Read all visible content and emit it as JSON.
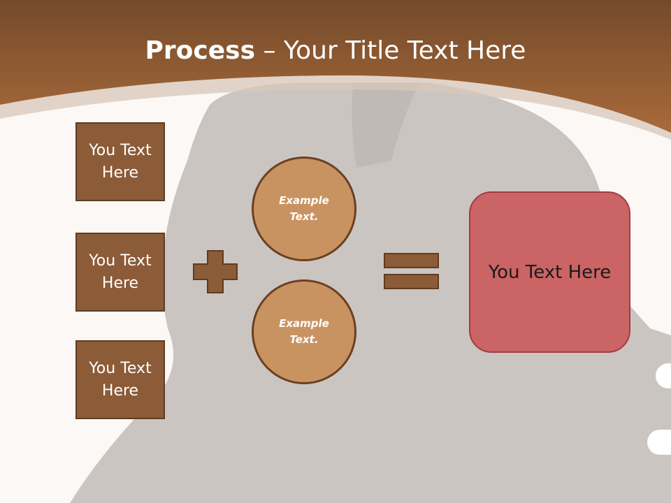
{
  "slide": {
    "title_bold": "Process",
    "title_rest": " – Your Title Text Here",
    "inputs": [
      {
        "label": "You Text Here"
      },
      {
        "label": "You Text Here"
      },
      {
        "label": "You Text Here"
      }
    ],
    "operator_plus": "plus-sign-icon",
    "examples": [
      {
        "label": "Example Text."
      },
      {
        "label": "Example Text."
      }
    ],
    "operator_equals": "equals-sign-icon",
    "result": {
      "label": "You Text Here"
    }
  },
  "colors": {
    "header": "#9b6034",
    "box_fill": "#8c5b38",
    "circle_fill": "#c99361",
    "result_fill": "#cb6464",
    "background": "#fbf8f5"
  }
}
